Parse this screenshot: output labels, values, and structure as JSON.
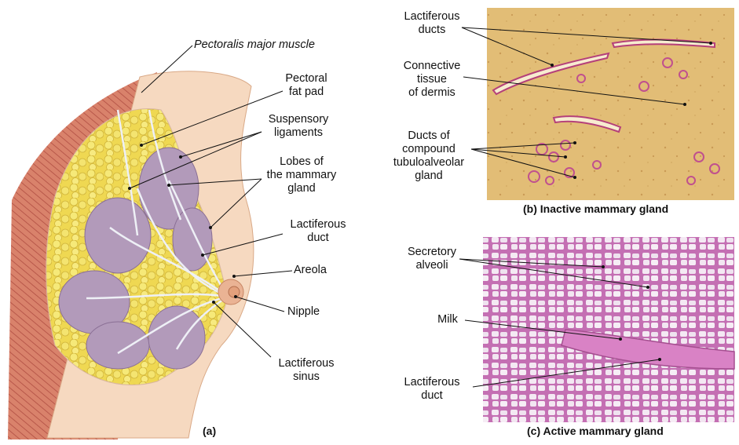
{
  "panel_a": {
    "caption": "(a)",
    "labels": {
      "pectoralis": "Pectoralis major muscle",
      "fat_pad_1": "Pectoral",
      "fat_pad_2": "fat pad",
      "suspensory_1": "Suspensory",
      "suspensory_2": "ligaments",
      "lobes_1": "Lobes of",
      "lobes_2": "the mammary",
      "lobes_3": "gland",
      "duct_1": "Lactiferous",
      "duct_2": "duct",
      "areola": "Areola",
      "nipple": "Nipple",
      "sinus_1": "Lactiferous",
      "sinus_2": "sinus"
    }
  },
  "panel_b": {
    "caption": "(b) Inactive mammary gland",
    "labels": {
      "lact_ducts_1": "Lactiferous",
      "lact_ducts_2": "ducts",
      "conn_1": "Connective",
      "conn_2": "tissue",
      "conn_3": "of dermis",
      "comp_1": "Ducts of",
      "comp_2": "compound",
      "comp_3": "tubuloalveolar",
      "comp_4": "gland"
    }
  },
  "panel_c": {
    "caption": "(c) Active mammary gland",
    "labels": {
      "secretory_1": "Secretory",
      "secretory_2": "alveoli",
      "milk": "Milk",
      "lact_duct_1": "Lactiferous",
      "lact_duct_2": "duct"
    }
  },
  "colors": {
    "muscle": "#d9826b",
    "skin": "#f6d9c0",
    "fat": "#f1e25c",
    "lobe": "#b29aba",
    "inactive_tissue": "#e3c078",
    "active_tissue": "#d38fc3"
  }
}
